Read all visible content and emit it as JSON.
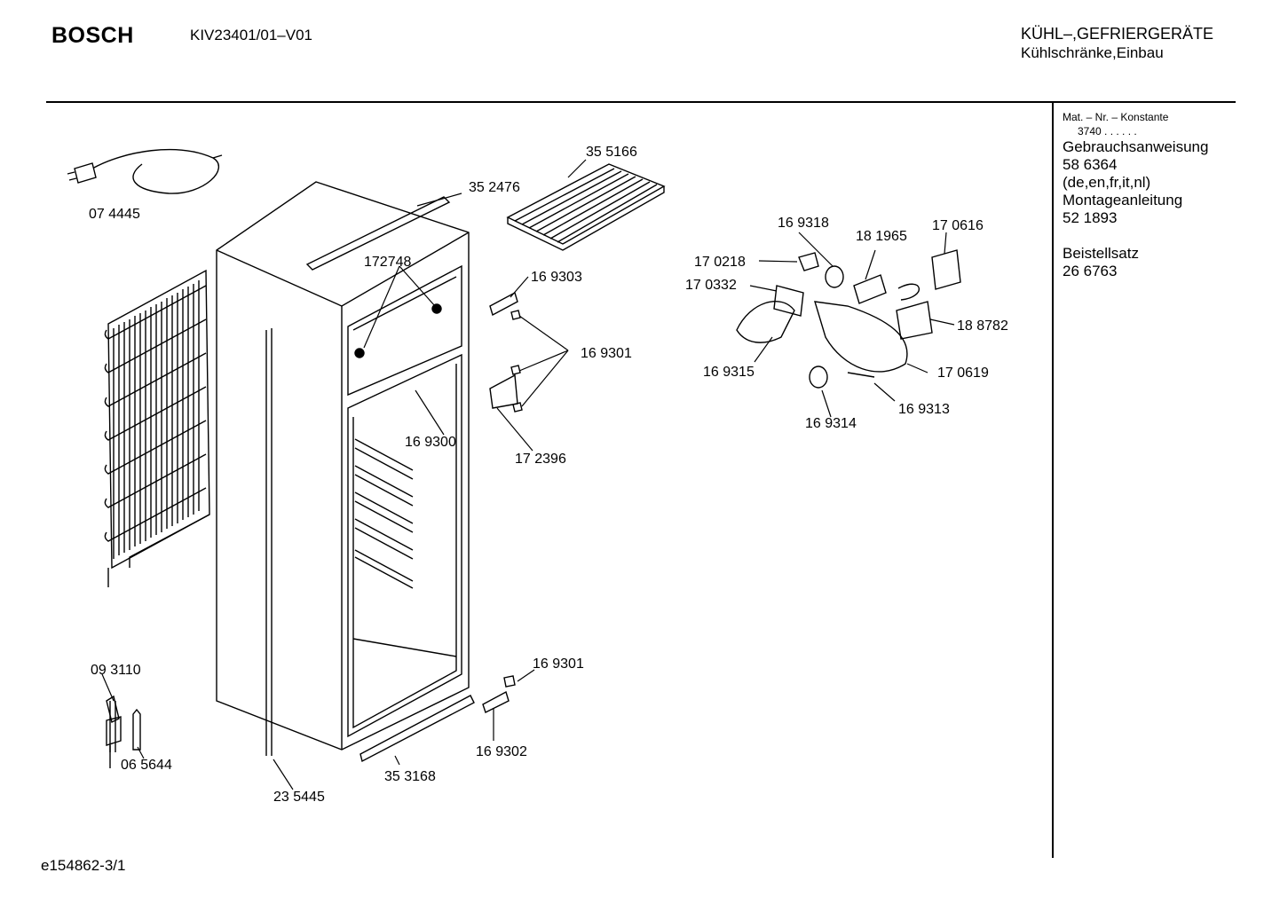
{
  "header": {
    "brand": "BOSCH",
    "model": "KIV23401/01–V01",
    "category_line1": "KÜHL–,GEFRIERGERÄTE",
    "category_line2": "Kühlschränke,Einbau"
  },
  "sidebar": {
    "mat_label": "Mat. – Nr. – Konstante",
    "mat_value": "3740  .  .  .  .  .  .",
    "items": [
      "Gebrauchsanweisung",
      "58 6364",
      "(de,en,fr,it,nl)",
      "Montageanleitung",
      "52 1893"
    ],
    "items2": [
      "Beistellsatz",
      "26 6763"
    ]
  },
  "parts": {
    "p074445": "07 4445",
    "p352476": "35 2476",
    "p355166": "35 5166",
    "p172748": "172748",
    "p169303": "16 9303",
    "p169301a": "16 9301",
    "p169300": "16 9300",
    "p172396": "17 2396",
    "p169301b": "16 9301",
    "p169302": "16 9302",
    "p353168": "35 3168",
    "p235445": "23 5445",
    "p093110": "09 3110",
    "p065644": "06 5644",
    "p169318": "16 9318",
    "p181965": "18 1965",
    "p170616": "17 0616",
    "p170218": "17 0218",
    "p170332": "17 0332",
    "p188782": "18 8782",
    "p169315": "16 9315",
    "p170619": "17 0619",
    "p169313": "16 9313",
    "p169314": "16 9314"
  },
  "footer": {
    "doc_id": "e154862-3/1"
  }
}
